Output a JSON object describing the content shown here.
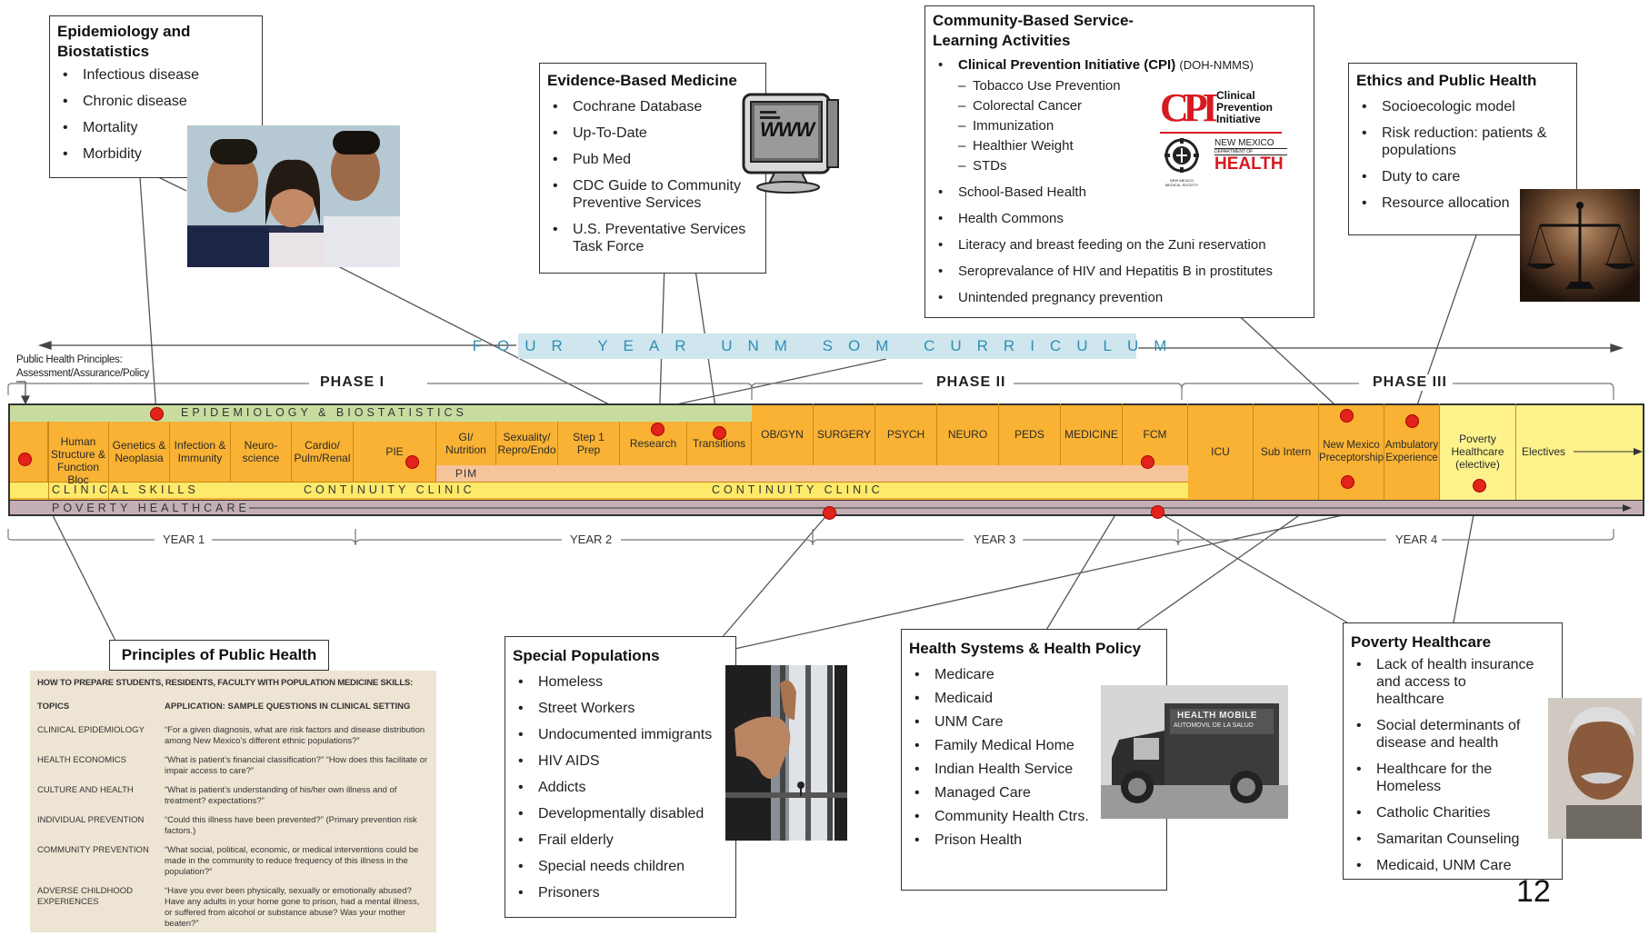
{
  "epi_box": {
    "title": "Epidemiology and Biostatistics",
    "items": [
      "Infectious disease",
      "Chronic disease",
      "Mortality",
      "Morbidity"
    ]
  },
  "ebm_box": {
    "title": "Evidence-Based Medicine",
    "items": [
      "Cochrane Database",
      "Up-To-Date",
      "Pub Med",
      "CDC Guide to Community Preventive Services",
      "U.S. Preventative  Services Task Force"
    ],
    "monitor_text": "www"
  },
  "cbsl_box": {
    "title": "Community-Based Service-Learning Activities",
    "cpi_label": "Clinical Prevention Initiative (CPI)",
    "cpi_suffix": "(DOH-NMMS)",
    "cpi_subitems": [
      "Tobacco Use Prevention",
      "Colorectal Cancer",
      "Immunization",
      "Healthier Weight",
      "STDs"
    ],
    "items": [
      "School-Based Health",
      "Health Commons",
      "Literacy and breast feeding on the Zuni reservation",
      "Seroprevalance of HIV and Hepatitis B in prostitutes",
      "Unintended pregnancy prevention"
    ],
    "logo_cpi_mark": "CPI",
    "logo_cpi_text": [
      "Clinical",
      "Prevention",
      "Initiative"
    ],
    "logo_nm_line1": "NEW MEXICO",
    "logo_nm_line2": "DEPARTMENT OF",
    "logo_nm_line3": "HEALTH",
    "logo_seal_text": "NEW MEXICO MEDICAL SOCIETY"
  },
  "ethics_box": {
    "title": "Ethics and Public Health",
    "items": [
      "Socioecologic model",
      "Risk reduction: patients & populations",
      "Duty to care",
      "Resource allocation"
    ]
  },
  "curriculum_banner": "FOUR YEAR UNM SOM CURRICULUM",
  "php_label": "Public Health Principles: Assessment/Assurance/Policy",
  "phases": [
    "PHASE I",
    "PHASE II",
    "PHASE III"
  ],
  "years": [
    "YEAR 1",
    "YEAR 2",
    "YEAR 3",
    "YEAR 4"
  ],
  "bands": {
    "epi": "EPIDEMIOLOGY & BIOSTATISTICS",
    "pim": "PIM",
    "clinical_skills": "CLINICAL SKILLS",
    "continuity1": "CONTINUITY CLINIC",
    "continuity2": "CONTINUITY CLINIC",
    "poverty": "POVERTY HEALTHCARE"
  },
  "blocks": [
    "Human Structure & Function Bloc",
    "Genetics & Neoplasia",
    "Infection & Immunity",
    "Neuro-science",
    "Cardio/ Pulm/Renal",
    "PIE",
    "GI/ Nutrition",
    "Sexuality/ Repro/Endo",
    "Step 1 Prep",
    "Research",
    "Transitions",
    "OB/GYN",
    "SURGERY",
    "PSYCH",
    "NEURO",
    "PEDS",
    "MEDICINE",
    "FCM",
    "ICU",
    "Sub Intern",
    "New Mexico Preceptorship",
    "Ambulatory Experience",
    "Poverty Healthcare (elective)",
    "Electives"
  ],
  "pph_box": {
    "title": "Principles of Public Health",
    "table_heading": "HOW TO PREPARE STUDENTS, RESIDENTS, FACULTY WITH POPULATION MEDICINE SKILLS:",
    "col_topics": "TOPICS",
    "col_application": "APPLICATION: SAMPLE QUESTIONS IN CLINICAL SETTING",
    "rows": [
      {
        "topic": "CLINICAL EPIDEMIOLOGY",
        "question": "“For a given diagnosis, what are risk factors and disease distribution among New Mexico’s different ethnic populations?”"
      },
      {
        "topic": "HEALTH ECONOMICS",
        "question": "“What is patient’s financial classification?” “How does this facilitate or impair access to care?”"
      },
      {
        "topic": "CULTURE AND HEALTH",
        "question": "“What is patient’s understanding of his/her own illness and of treatment? expectations?”"
      },
      {
        "topic": "INDIVIDUAL PREVENTION",
        "question": "“Could this illness have been prevented?” (Primary prevention risk factors.)"
      },
      {
        "topic": "COMMUNITY PREVENTION",
        "question": "“What social, political, economic, or medical interventions could be made in the community to reduce frequency of this illness in the population?”"
      },
      {
        "topic": "ADVERSE CHILDHOOD EXPERIENCES",
        "question": "“Have you ever been physically, sexually or emotionally abused? Have any adults in your home gone to prison, had a mental illness, or suffered from alcohol or substance abuse? Was your mother beaten?”"
      }
    ]
  },
  "sp_box": {
    "title": "Special Populations",
    "items": [
      "Homeless",
      "Street Workers",
      "Undocumented immigrants",
      "HIV AIDS",
      "Addicts",
      "Developmentally disabled",
      "Frail elderly",
      "Special needs children",
      "Prisoners"
    ]
  },
  "hs_box": {
    "title": "Health Systems & Health Policy",
    "items": [
      "Medicare",
      "Medicaid",
      "UNM Care",
      "Family Medical Home",
      "Indian Health Service",
      "Managed Care",
      "Community Health Ctrs.",
      "Prison Health"
    ],
    "truck_sign1": "HEALTH MOBILE",
    "truck_sign2": "AUTOMOVIL DE LA SALUD"
  },
  "ph_box": {
    "title": "Poverty Healthcare",
    "items": [
      "Lack of health insurance and access to healthcare",
      "Social determinants of disease and health",
      "Healthcare for the Homeless",
      "Catholic Charities",
      "Samaritan Counseling",
      "Medicaid, UNM Care"
    ]
  },
  "slide_number": "12",
  "colors": {
    "orange": "#f9b233",
    "yellow": "#fde96a",
    "light_yellow": "#fdf28c",
    "green_band": "#c9dca0",
    "pink_band": "#f6c49b",
    "poverty_band": "#c4b0b4",
    "banner": "#cfe6ef",
    "banner_text": "#2f8fb3",
    "dot": "#e2231a"
  }
}
